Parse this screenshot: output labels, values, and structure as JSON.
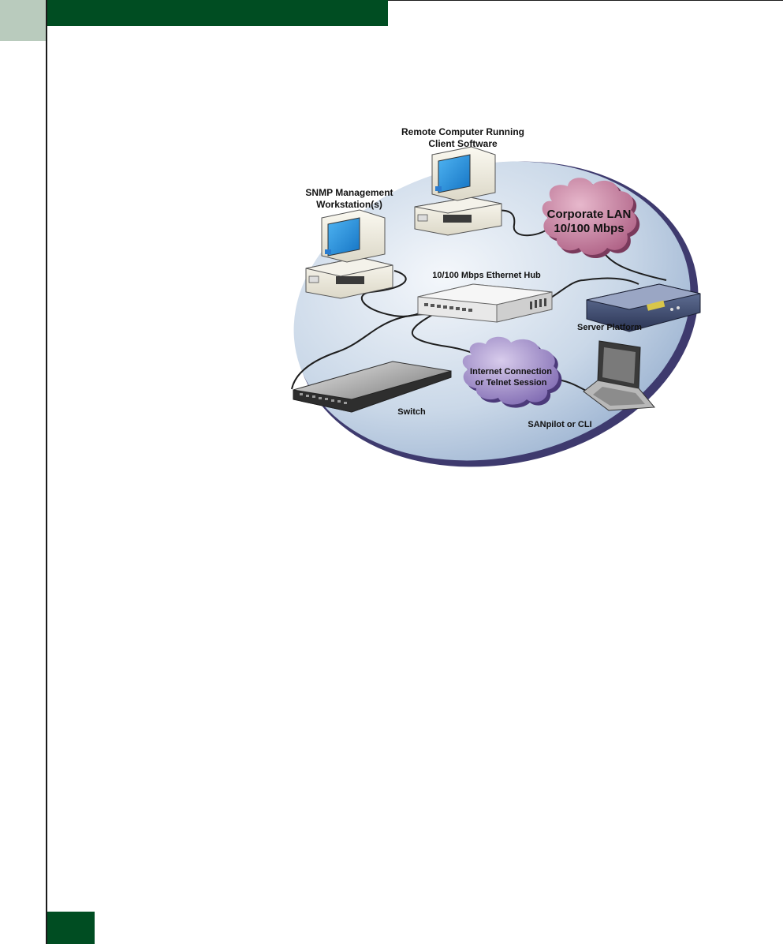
{
  "labels": {
    "remote_line1": "Remote Computer Running",
    "remote_line2": "Client Software",
    "snmp_line1": "SNMP Management",
    "snmp_line2": "Workstation(s)",
    "lan_line1": "Corporate LAN",
    "lan_line2": "10/100 Mbps",
    "hub": "10/100 Mbps Ethernet Hub",
    "server": "Server Platform",
    "internet_line1": "Internet Connection",
    "internet_line2": "or Telnet Session",
    "switch": "Switch",
    "sanpilot": "SANpilot or CLI"
  },
  "colors": {
    "header_green": "#004d22",
    "corner_tab": "#b9cbbd",
    "ellipse_light": "#eef3f9",
    "ellipse_dark": "#9fb6d2",
    "ellipse_rim": "#3e3a6e",
    "lan_cloud": "#c47a9a",
    "internet_cloud": "#9a86c4",
    "screen_blue": "#1c8ee0"
  }
}
